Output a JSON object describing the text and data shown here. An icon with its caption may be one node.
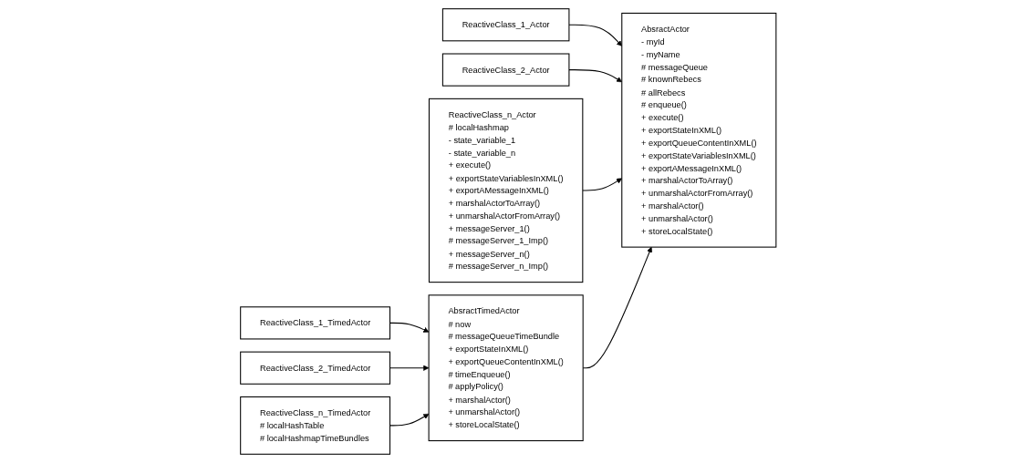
{
  "diagram": {
    "nodes": [
      {
        "text": [
          "AbsractActor",
          "- myId",
          "- myName",
          "# messageQueue",
          "# knownRebecs",
          "# allRebecs",
          "# enqueue()",
          "+ execute()",
          "+ exportStateInXML()",
          "+ exportQueueContentInXML()",
          "+ exportStateVariablesInXML()",
          "+ exportAMessageInXML()",
          "+ marshalActorToArray()",
          "+ unmarshalActorFromArray()",
          "+ marshalActor()",
          "+ unmarshalActor()",
          "+ storeLocalState()"
        ]
      },
      {
        "text": [
          "AbsractTimedActor",
          "# now",
          "# messageQueueTimeBundle",
          "+ exportStateInXML()",
          "+ exportQueueContentInXML()",
          "# timeEnqueue()",
          "# applyPolicy()",
          "+ marshalActor()",
          "+ unmarshalActor()",
          "+ storeLocalState()"
        ]
      },
      {
        "text": [
          "ReactiveClass_1_Actor"
        ]
      },
      {
        "text": [
          "ReactiveClass_2_Actor"
        ]
      },
      {
        "text": [
          "ReactiveClass_n_Actor",
          "# localHashmap",
          "- state_variable_1",
          "- state_variable_n",
          "+ execute()",
          "+ exportStateVariablesInXML()",
          "+ exportAMessageInXML()",
          "+ marshalActorToArray()",
          "+ unmarshalActorFromArray()",
          "+ messageServer_1()",
          "# messageServer_1_Imp()",
          "+ messageServer_n()",
          "# messageServer_n_Imp()"
        ]
      },
      {
        "text": [
          "ReactiveClass_1_TimedActor"
        ]
      },
      {
        "text": [
          "ReactiveClass_2_TimedActor"
        ]
      },
      {
        "text": [
          "ReactiveClass_n_TimedActor",
          "# localHashTable",
          "# localHashmapTimeBundles"
        ]
      }
    ],
    "edges": [
      {
        "from": 2,
        "to": 0,
        "arrow": "to"
      },
      {
        "from": 3,
        "to": 0,
        "arrow": "to"
      },
      {
        "from": 4,
        "to": 0,
        "arrow": "to"
      },
      {
        "from": 1,
        "to": 0,
        "arrow": "to"
      },
      {
        "from": 5,
        "to": 1,
        "arrow": "to"
      },
      {
        "from": 6,
        "to": 1,
        "arrow": "to"
      },
      {
        "from": 7,
        "to": 1,
        "arrow": "to"
      }
    ]
  }
}
